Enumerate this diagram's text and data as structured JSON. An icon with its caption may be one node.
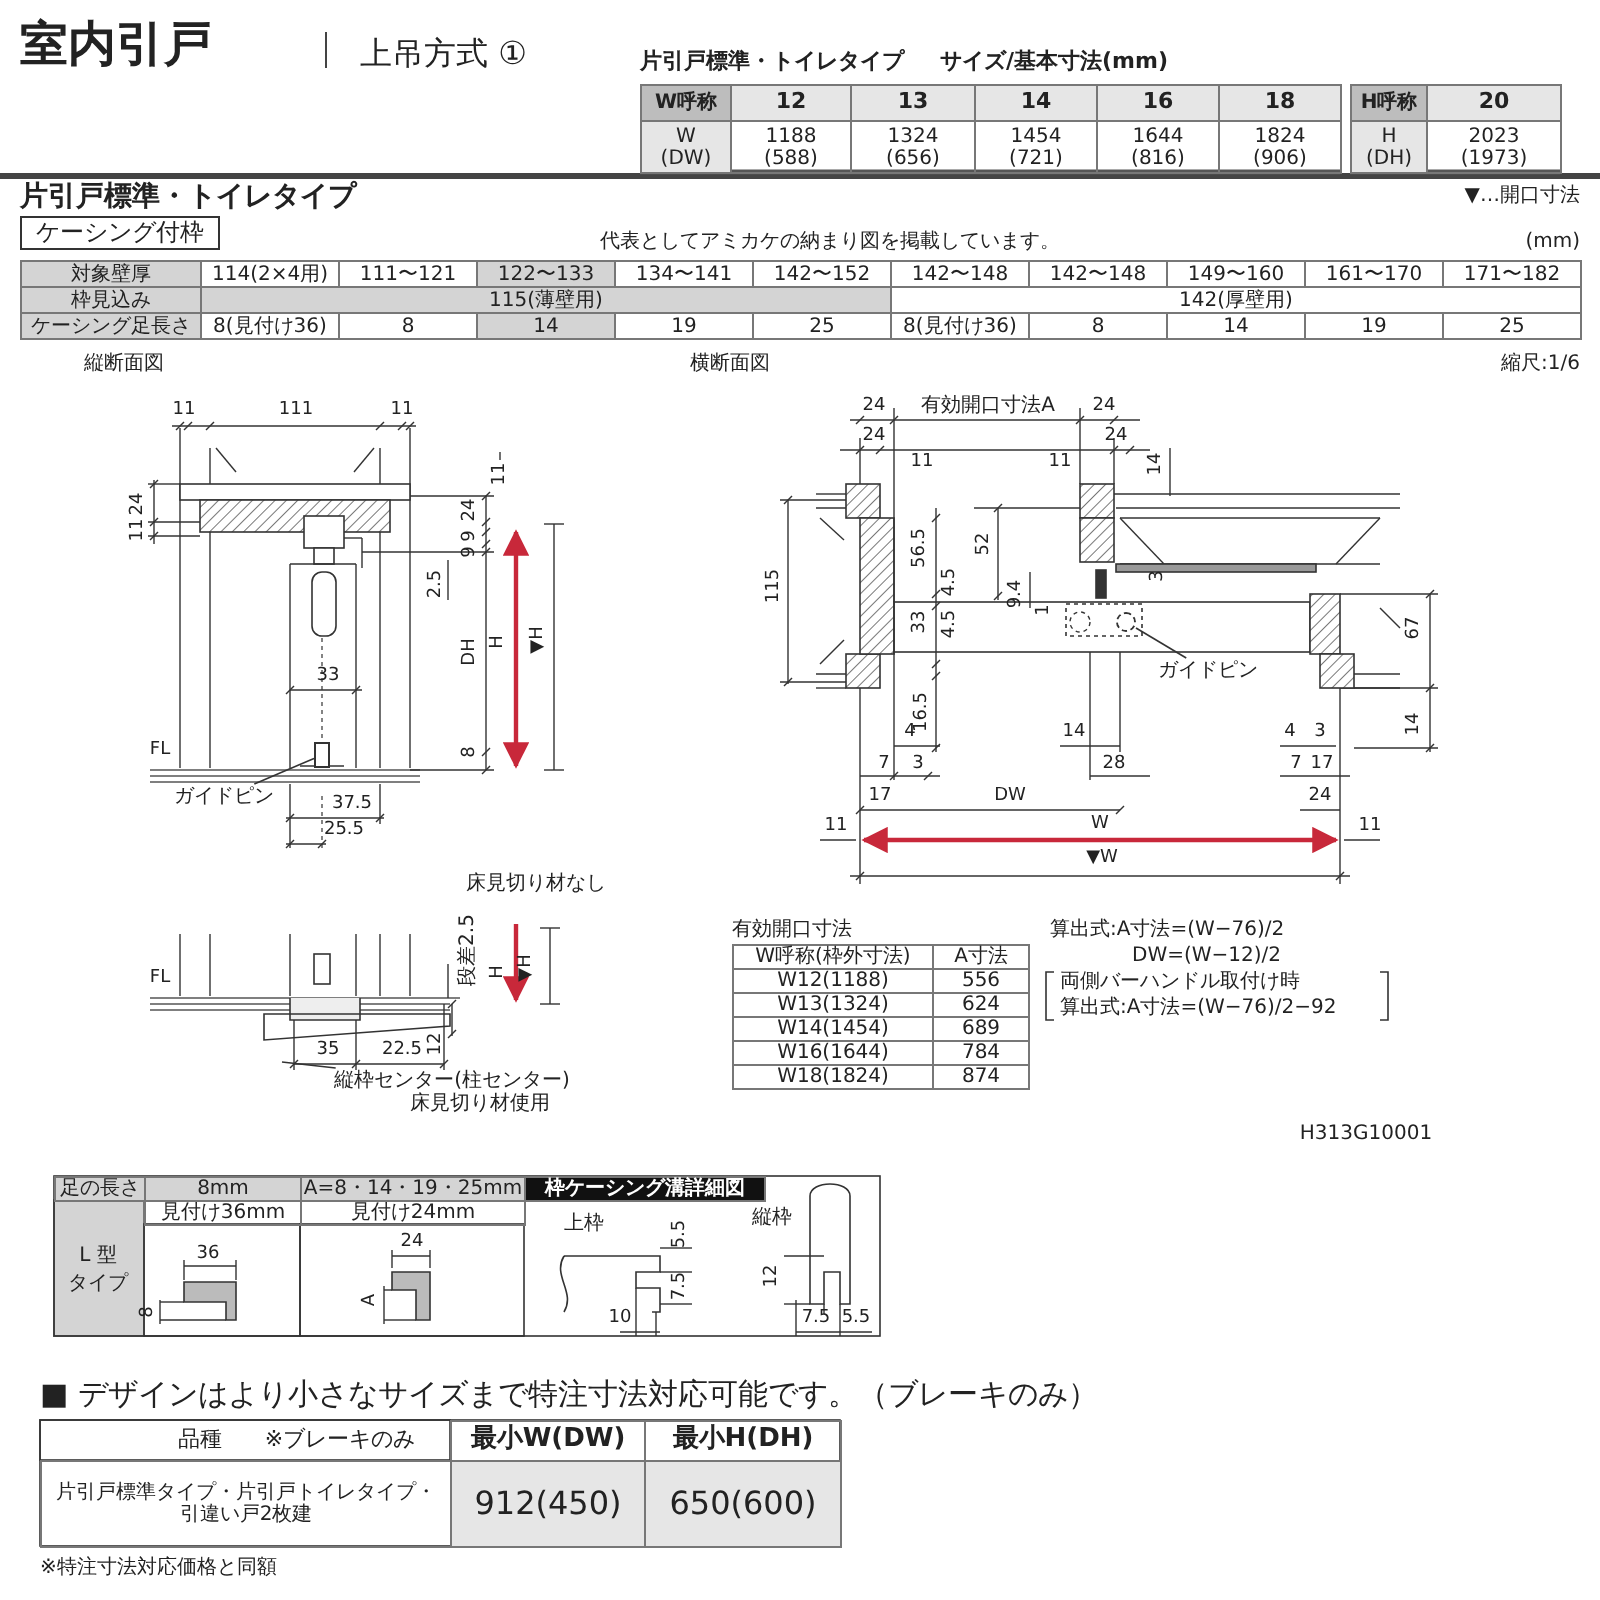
{
  "diagram": {
    "nodes": [
      {
        "text": [
          "ケーシング付枠"
        ]
      },
      {
        "text": [
          "ガイドピン"
        ]
      },
      {
        "text": [],
        "shape": "box"
      },
      {
        "text": [
          "ガイドピン"
        ]
      },
      {
        "text": [],
        "shape": "circle"
      },
      {
        "text": [
          "縦枠センター(柱センター)"
        ]
      }
    ],
    "edges": [
      {
        "from": 1,
        "to": 2,
        "arrow": "none"
      },
      {
        "from": 3,
        "to": 4,
        "arrow": "none"
      },
      {
        "from": 5,
        "to": null,
        "arrow": "none"
      }
    ],
    "labels": [
      "室内引戸",
      "上吊方式 ①",
      "片引戸標準・トイレタイプ",
      "サイズ/基本寸法(mm)",
      "W呼称",
      "12",
      "13",
      "14",
      "16",
      "18",
      "W (DW)",
      "1188 (588)",
      "1324 (656)",
      "1454 (721)",
      "1644 (816)",
      "1824 (906)",
      "H呼称",
      "20",
      "H (DH)",
      "2023 (1973)",
      "片引戸標準・トイレタイプ",
      "▼…開口寸法",
      "代表としてアミカケの納まり図を掲載しています。",
      "(mm)",
      "対象壁厚",
      "114(2×4用)",
      "111〜121",
      "122〜133",
      "134〜141",
      "142〜152",
      "142〜148",
      "142〜148",
      "149〜160",
      "161〜170",
      "171〜182",
      "枠見込み",
      "115(薄壁用)",
      "142(厚壁用)",
      "ケーシング足長さ",
      "8(見付け36)",
      "8",
      "14",
      "19",
      "25",
      "8(見付け36)",
      "8",
      "14",
      "19",
      "25",
      "縦断面図",
      "11",
      "111",
      "11",
      "11",
      "24",
      "11",
      "24",
      "9",
      "9",
      "2.5",
      "DH",
      "H",
      "▼H",
      "33",
      "8",
      "FL",
      "37.5",
      "25.5",
      "横断面図",
      "縮尺:1/6",
      "24",
      "有効開口寸法A",
      "24",
      "24",
      "11",
      "11",
      "24",
      "14",
      "115",
      "56.5",
      "52",
      "4.5",
      "3",
      "9.4",
      "1",
      "33",
      "4.5",
      "67",
      "16.5",
      "14",
      "4",
      "14",
      "4",
      "3",
      "7",
      "3",
      "28",
      "7",
      "17",
      "17",
      "DW",
      "24",
      "11",
      "W",
      "11",
      "▼W",
      "床見切り材なし",
      "FL",
      "段差2.5",
      "H",
      "▼H",
      "35",
      "22.5",
      "12",
      "床見切り材使用",
      "有効開口寸法",
      "W呼称(枠外寸法)",
      "A寸法",
      "W12(1188)",
      "556",
      "W13(1324)",
      "624",
      "W14(1454)",
      "689",
      "W16(1644)",
      "784",
      "W18(1824)",
      "874",
      "算出式:A寸法=(W−76)/2",
      "DW=(W−12)/2",
      "両側バーハンドル取付け時",
      "算出式:A寸法=(W−76)/2−92",
      "H313G10001",
      "足の長さ",
      "8mm",
      "A=8・14・19・25mm",
      "枠ケーシング溝詳細図",
      "L 型",
      "タイプ",
      "見付け36mm",
      "見付け24mm",
      "36",
      "8",
      "24",
      "A",
      "上枠",
      "5.5",
      "7.5",
      "10",
      "縦枠",
      "12",
      "7.5",
      "5.5",
      "■ デザインはより小さなサイズまで特注寸法対応可能です。（ブレーキのみ）",
      "品種",
      "※ブレーキのみ",
      "最小W(DW)",
      "最小H(DH)",
      "片引戸標準タイプ・片引戸トイレタイプ・引違い戸2枚建",
      "912(450)",
      "650(600)",
      "※特注寸法対応価格と同額"
    ]
  }
}
